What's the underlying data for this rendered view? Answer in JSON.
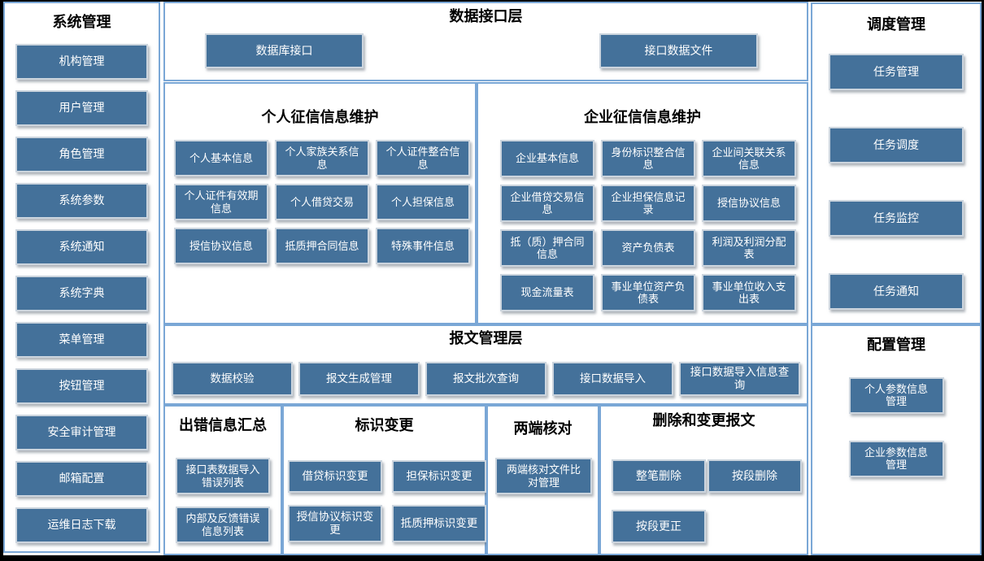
{
  "colors": {
    "background": "#FFFFFF",
    "frame": "#000000",
    "panel_border": "#7AA7D6",
    "box_fill": "#44719A",
    "box_border": "#CCD5DE",
    "box_text": "#FFFFFF",
    "title_text": "#000000"
  },
  "panels": {
    "system": {
      "title": "系统管理",
      "items": [
        "机构管理",
        "用户管理",
        "角色管理",
        "系统参数",
        "系统通知",
        "系统字典",
        "菜单管理",
        "按钮管理",
        "安全审计管理",
        "邮箱配置",
        "运维日志下载"
      ]
    },
    "interface": {
      "title": "数据接口层",
      "items": [
        "数据库接口",
        "接口数据文件"
      ]
    },
    "personal": {
      "title": "个人征信信息维护",
      "items": [
        "个人基本信息",
        "个人家族关系信息",
        "个人证件整合信息",
        "个人证件有效期信息",
        "个人借贷交易",
        "个人担保信息",
        "授信协议信息",
        "抵质押合同信息",
        "特殊事件信息"
      ]
    },
    "enterprise": {
      "title": "企业征信信息维护",
      "items": [
        "企业基本信息",
        "身份标识整合信息",
        "企业间关联关系信息",
        "企业借贷交易信息",
        "企业担保信息记录",
        "授信协议信息",
        "抵（质）押合同信息",
        "资产负债表",
        "利润及利润分配表",
        "现金流量表",
        "事业单位资产负债表",
        "事业单位收入支出表"
      ]
    },
    "message": {
      "title": "报文管理层",
      "items": [
        "数据校验",
        "报文生成管理",
        "报文批次查询",
        "接口数据导入",
        "接口数据导入信息查询"
      ]
    },
    "error": {
      "title": "出错信息汇总",
      "items": [
        "接口表数据导入错误列表",
        "内部及反馈错误信息列表"
      ]
    },
    "id_change": {
      "title": "标识变更",
      "items": [
        "借贷标识变更",
        "担保标识变更",
        "授信协议标识变更",
        "抵质押标识变更"
      ]
    },
    "two_end": {
      "title": "两端核对",
      "items": [
        "两端核对文件比对管理"
      ]
    },
    "delete_change": {
      "title": "删除和变更报文",
      "items": [
        "整笔删除",
        "按段删除",
        "按段更正"
      ]
    },
    "schedule": {
      "title": "调度管理",
      "items": [
        "任务管理",
        "任务调度",
        "任务监控",
        "任务通知"
      ]
    },
    "config": {
      "title": "配置管理",
      "items": [
        "个人参数信息管理",
        "企业参数信息管理"
      ]
    }
  }
}
